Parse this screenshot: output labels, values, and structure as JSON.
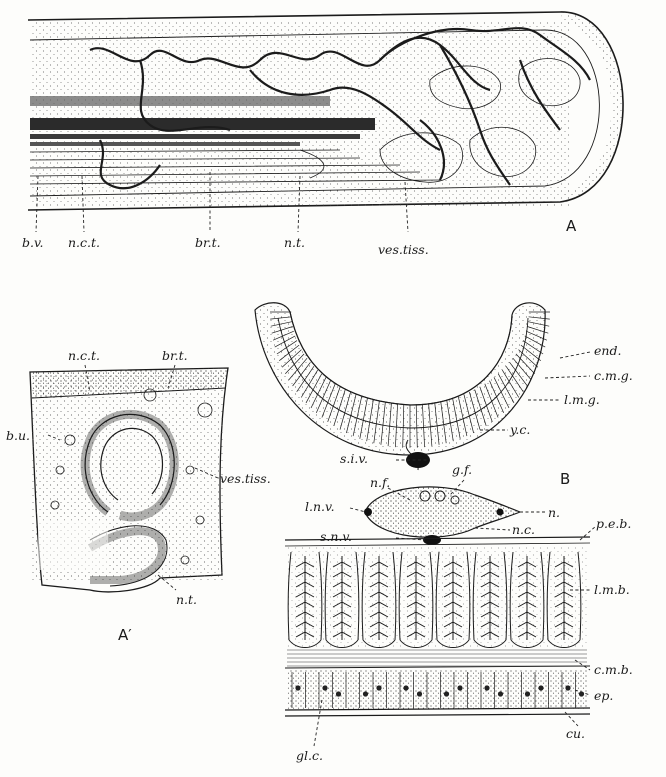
{
  "figures": {
    "A": {
      "letter": "A",
      "labels": {
        "bv": "b.v.",
        "nct": "n.c.t.",
        "brt": "br.t.",
        "nt": "n.t.",
        "vestiss": "ves.tiss."
      }
    },
    "A_prime": {
      "letter": "A′",
      "labels": {
        "nct": "n.c.t.",
        "brt": "br.t.",
        "bu": "b.u.",
        "vestiss": "ves.tiss.",
        "nt": "n.t."
      }
    },
    "B": {
      "letter": "B",
      "labels": {
        "end": "end.",
        "cmg": "c.m.g.",
        "lmg": "l.m.g.",
        "siv": "s.i.v.",
        "yc": "y.c.",
        "gf": "g.f.",
        "nf": "n.f.",
        "lnv": "l.n.v.",
        "n": "n.",
        "snv": "s.n.v.",
        "nc": "n.c.",
        "peb": "p.e.b.",
        "lmb": "l.m.b.",
        "cmb": "c.m.b.",
        "ep": "ep.",
        "cu": "cu.",
        "glc": "gl.c."
      }
    }
  },
  "colors": {
    "ink": "#1b1b1b",
    "paper": "#fdfdfb",
    "dark_tissue": "#3a3a3a"
  }
}
